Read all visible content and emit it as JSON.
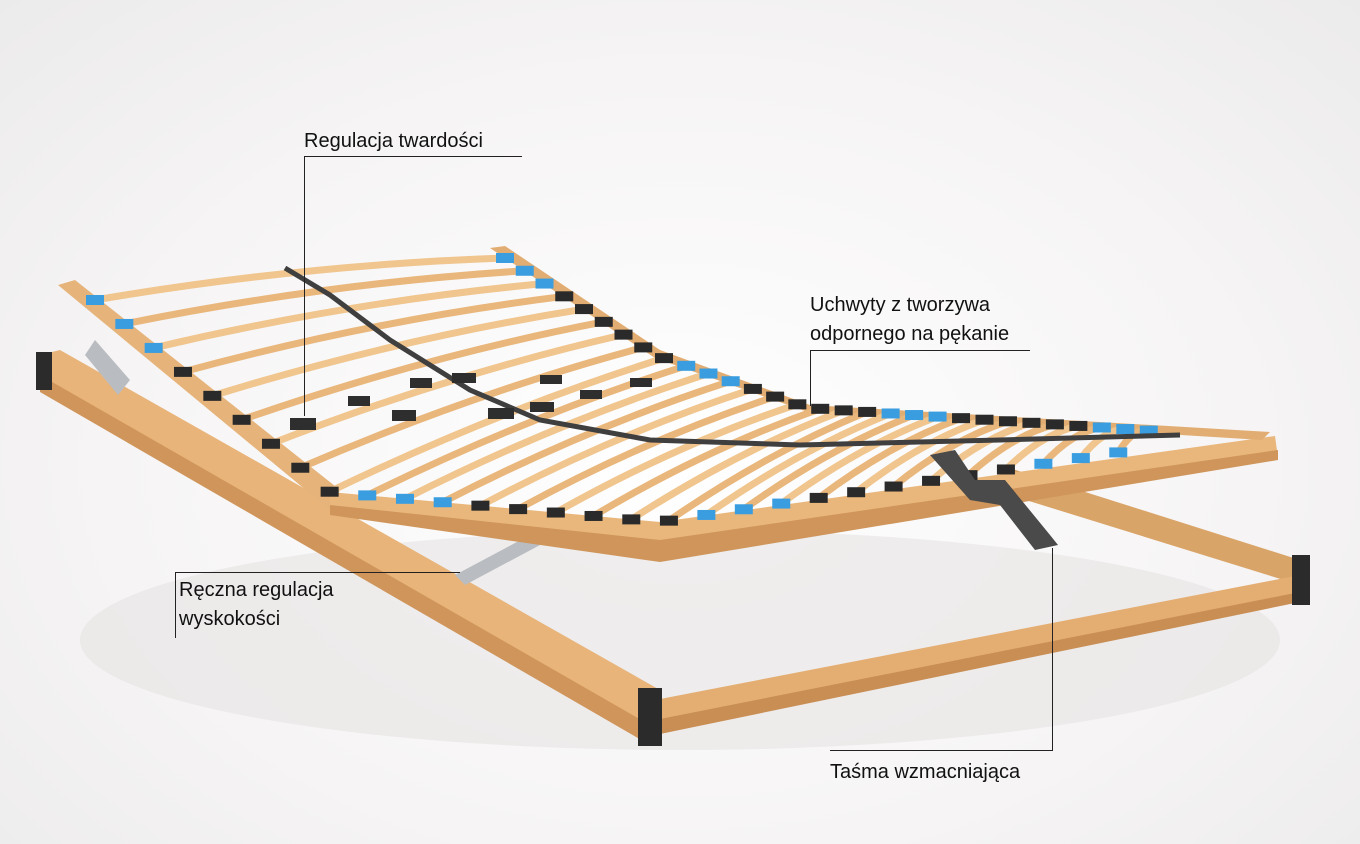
{
  "annotations": {
    "hardness": "Regulacja twardości",
    "holders_line1": "Uchwyty z tworzywa",
    "holders_line2": "odpornego na pękanie",
    "height_line1": "Ręczna regulacja",
    "height_line2": "wyskokości",
    "strap": "Taśma wzmacniająca"
  },
  "colors": {
    "wood": "#e9b77c",
    "wood_dark": "#cf955a",
    "cap_blue": "#3a9de0",
    "cap_black": "#2a2a2a",
    "strap": "#4a4a4a"
  }
}
